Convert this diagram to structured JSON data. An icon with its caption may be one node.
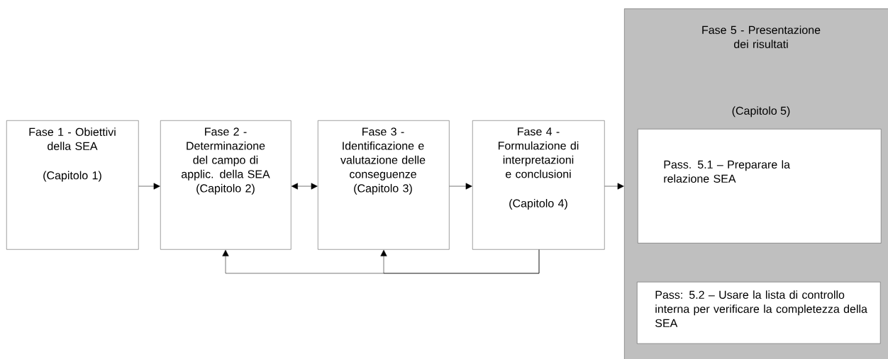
{
  "diagram": {
    "nodes": [
      {
        "text": [
          "Fase 1 - Obiettivi della SEA",
          "(Capitolo 1)"
        ]
      },
      {
        "text": [
          "Fase 2 - Determinazione del campo di applic. della SEA",
          "(Capitolo 2)"
        ]
      },
      {
        "text": [
          "Fase 3 - Identificazione e valutazione delle conseguenze",
          "(Capitolo 3)"
        ]
      },
      {
        "text": [
          "Fase 4 - Formulazione di interpretazioni e conclusioni",
          "(Capitolo 4)"
        ]
      },
      {
        "text": [
          "Fase 5 - Presentazione dei risultati",
          "(Capitolo 5)"
        ]
      },
      {
        "text": [
          "Pass. 5.1 – Preparare la relazione SEA"
        ],
        "in": 4
      },
      {
        "text": [
          "Pass: 5.2 – Usare la lista di controllo interna per verificare la completezza della SEA"
        ],
        "in": 4
      }
    ],
    "edges": [
      {
        "from": 0,
        "to": 1,
        "arrow": "to"
      },
      {
        "from": 1,
        "to": 2,
        "arrow": "both"
      },
      {
        "from": 2,
        "to": 3,
        "arrow": "to"
      },
      {
        "from": 3,
        "to": 4,
        "arrow": "to"
      },
      {
        "from": 3,
        "to": 1,
        "arrow": "to"
      },
      {
        "from": 3,
        "to": 2,
        "arrow": "to"
      }
    ]
  }
}
